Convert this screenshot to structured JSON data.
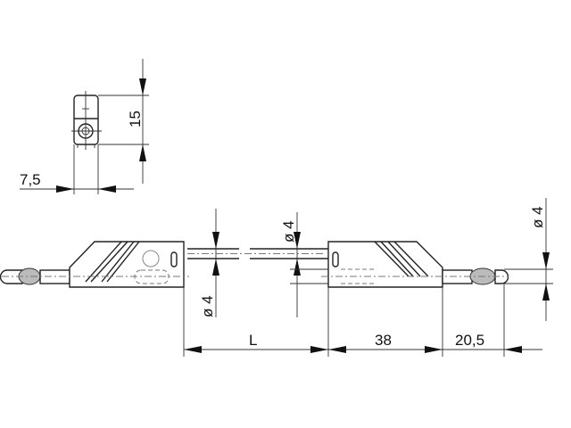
{
  "drawing": {
    "dimensions": {
      "connector_height": "15",
      "connector_width": "7,5",
      "cable_diameter_left": "ø 4",
      "cable_diameter_middle": "ø 4",
      "plug_diameter_right": "ø 4",
      "cable_length": "L",
      "body_length": "38",
      "pin_length": "20,5"
    }
  }
}
